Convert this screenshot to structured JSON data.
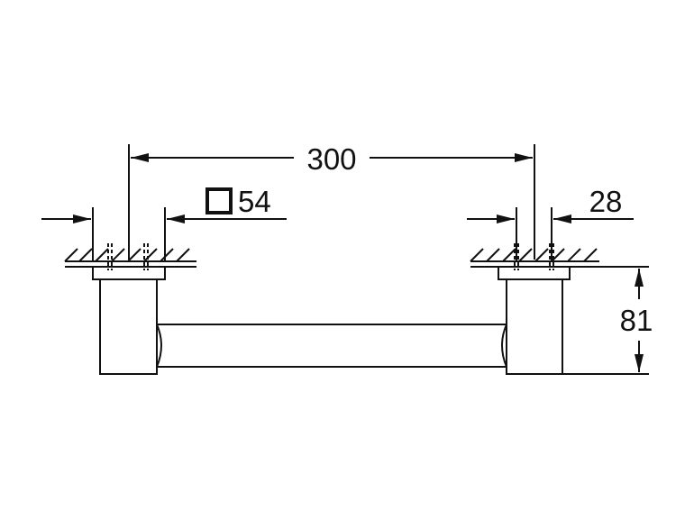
{
  "drawing": {
    "dimensions": {
      "overall_width": "300",
      "square_size": "54",
      "mount_depth": "28",
      "height": "81"
    },
    "symbols": [
      "square-symbol-icon"
    ]
  }
}
